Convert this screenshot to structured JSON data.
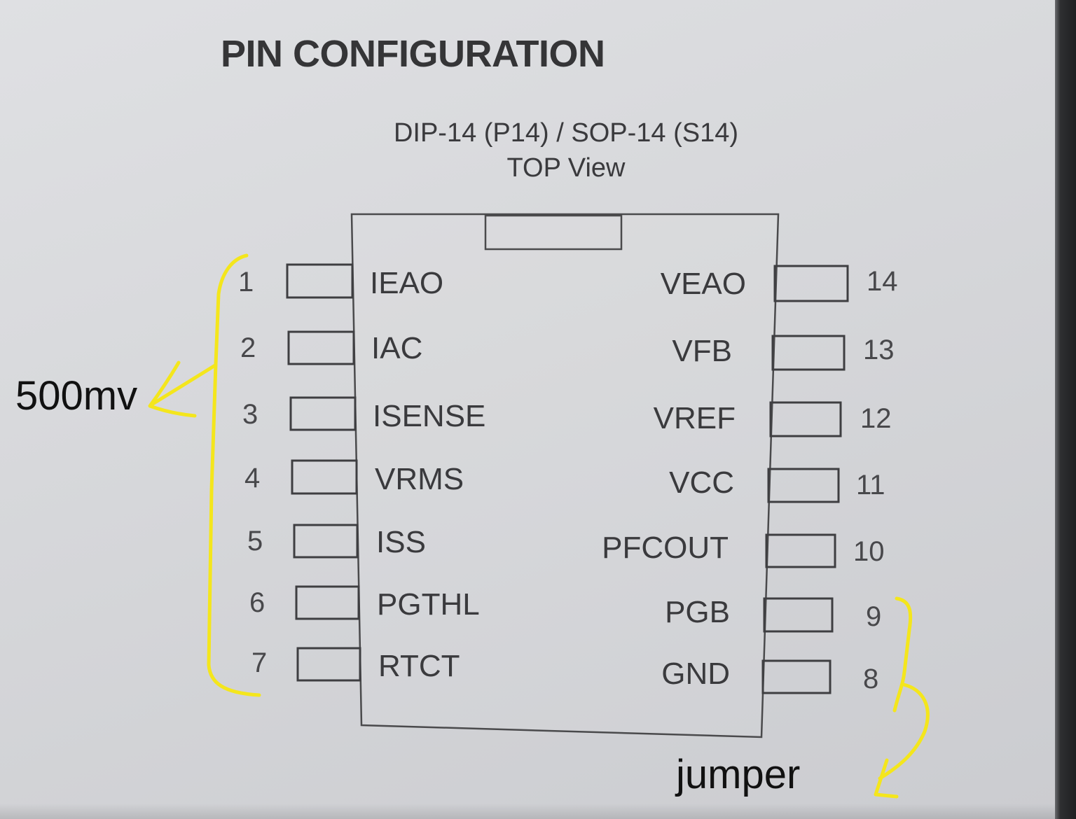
{
  "title": "PIN CONFIGURATION",
  "package": "DIP-14 (P14) / SOP-14 (S14)",
  "view": "TOP View",
  "pins_left": [
    {
      "number": "1",
      "name": "IEAO"
    },
    {
      "number": "2",
      "name": "IAC"
    },
    {
      "number": "3",
      "name": "ISENSE"
    },
    {
      "number": "4",
      "name": "VRMS"
    },
    {
      "number": "5",
      "name": "ISS"
    },
    {
      "number": "6",
      "name": "PGTHL"
    },
    {
      "number": "7",
      "name": "RTCT"
    }
  ],
  "pins_right": [
    {
      "number": "14",
      "name": "VEAO"
    },
    {
      "number": "13",
      "name": "VFB"
    },
    {
      "number": "12",
      "name": "VREF"
    },
    {
      "number": "11",
      "name": "VCC"
    },
    {
      "number": "10",
      "name": "PFCOUT"
    },
    {
      "number": "9",
      "name": "PGB"
    },
    {
      "number": "8",
      "name": "GND"
    }
  ],
  "annotations": {
    "left_note": "500mv",
    "right_note": "jumper",
    "color": "#f4e61c"
  },
  "colors": {
    "background": "#d8d9dc",
    "text": "#3a3a3d",
    "outline": "#4a4a4c"
  }
}
